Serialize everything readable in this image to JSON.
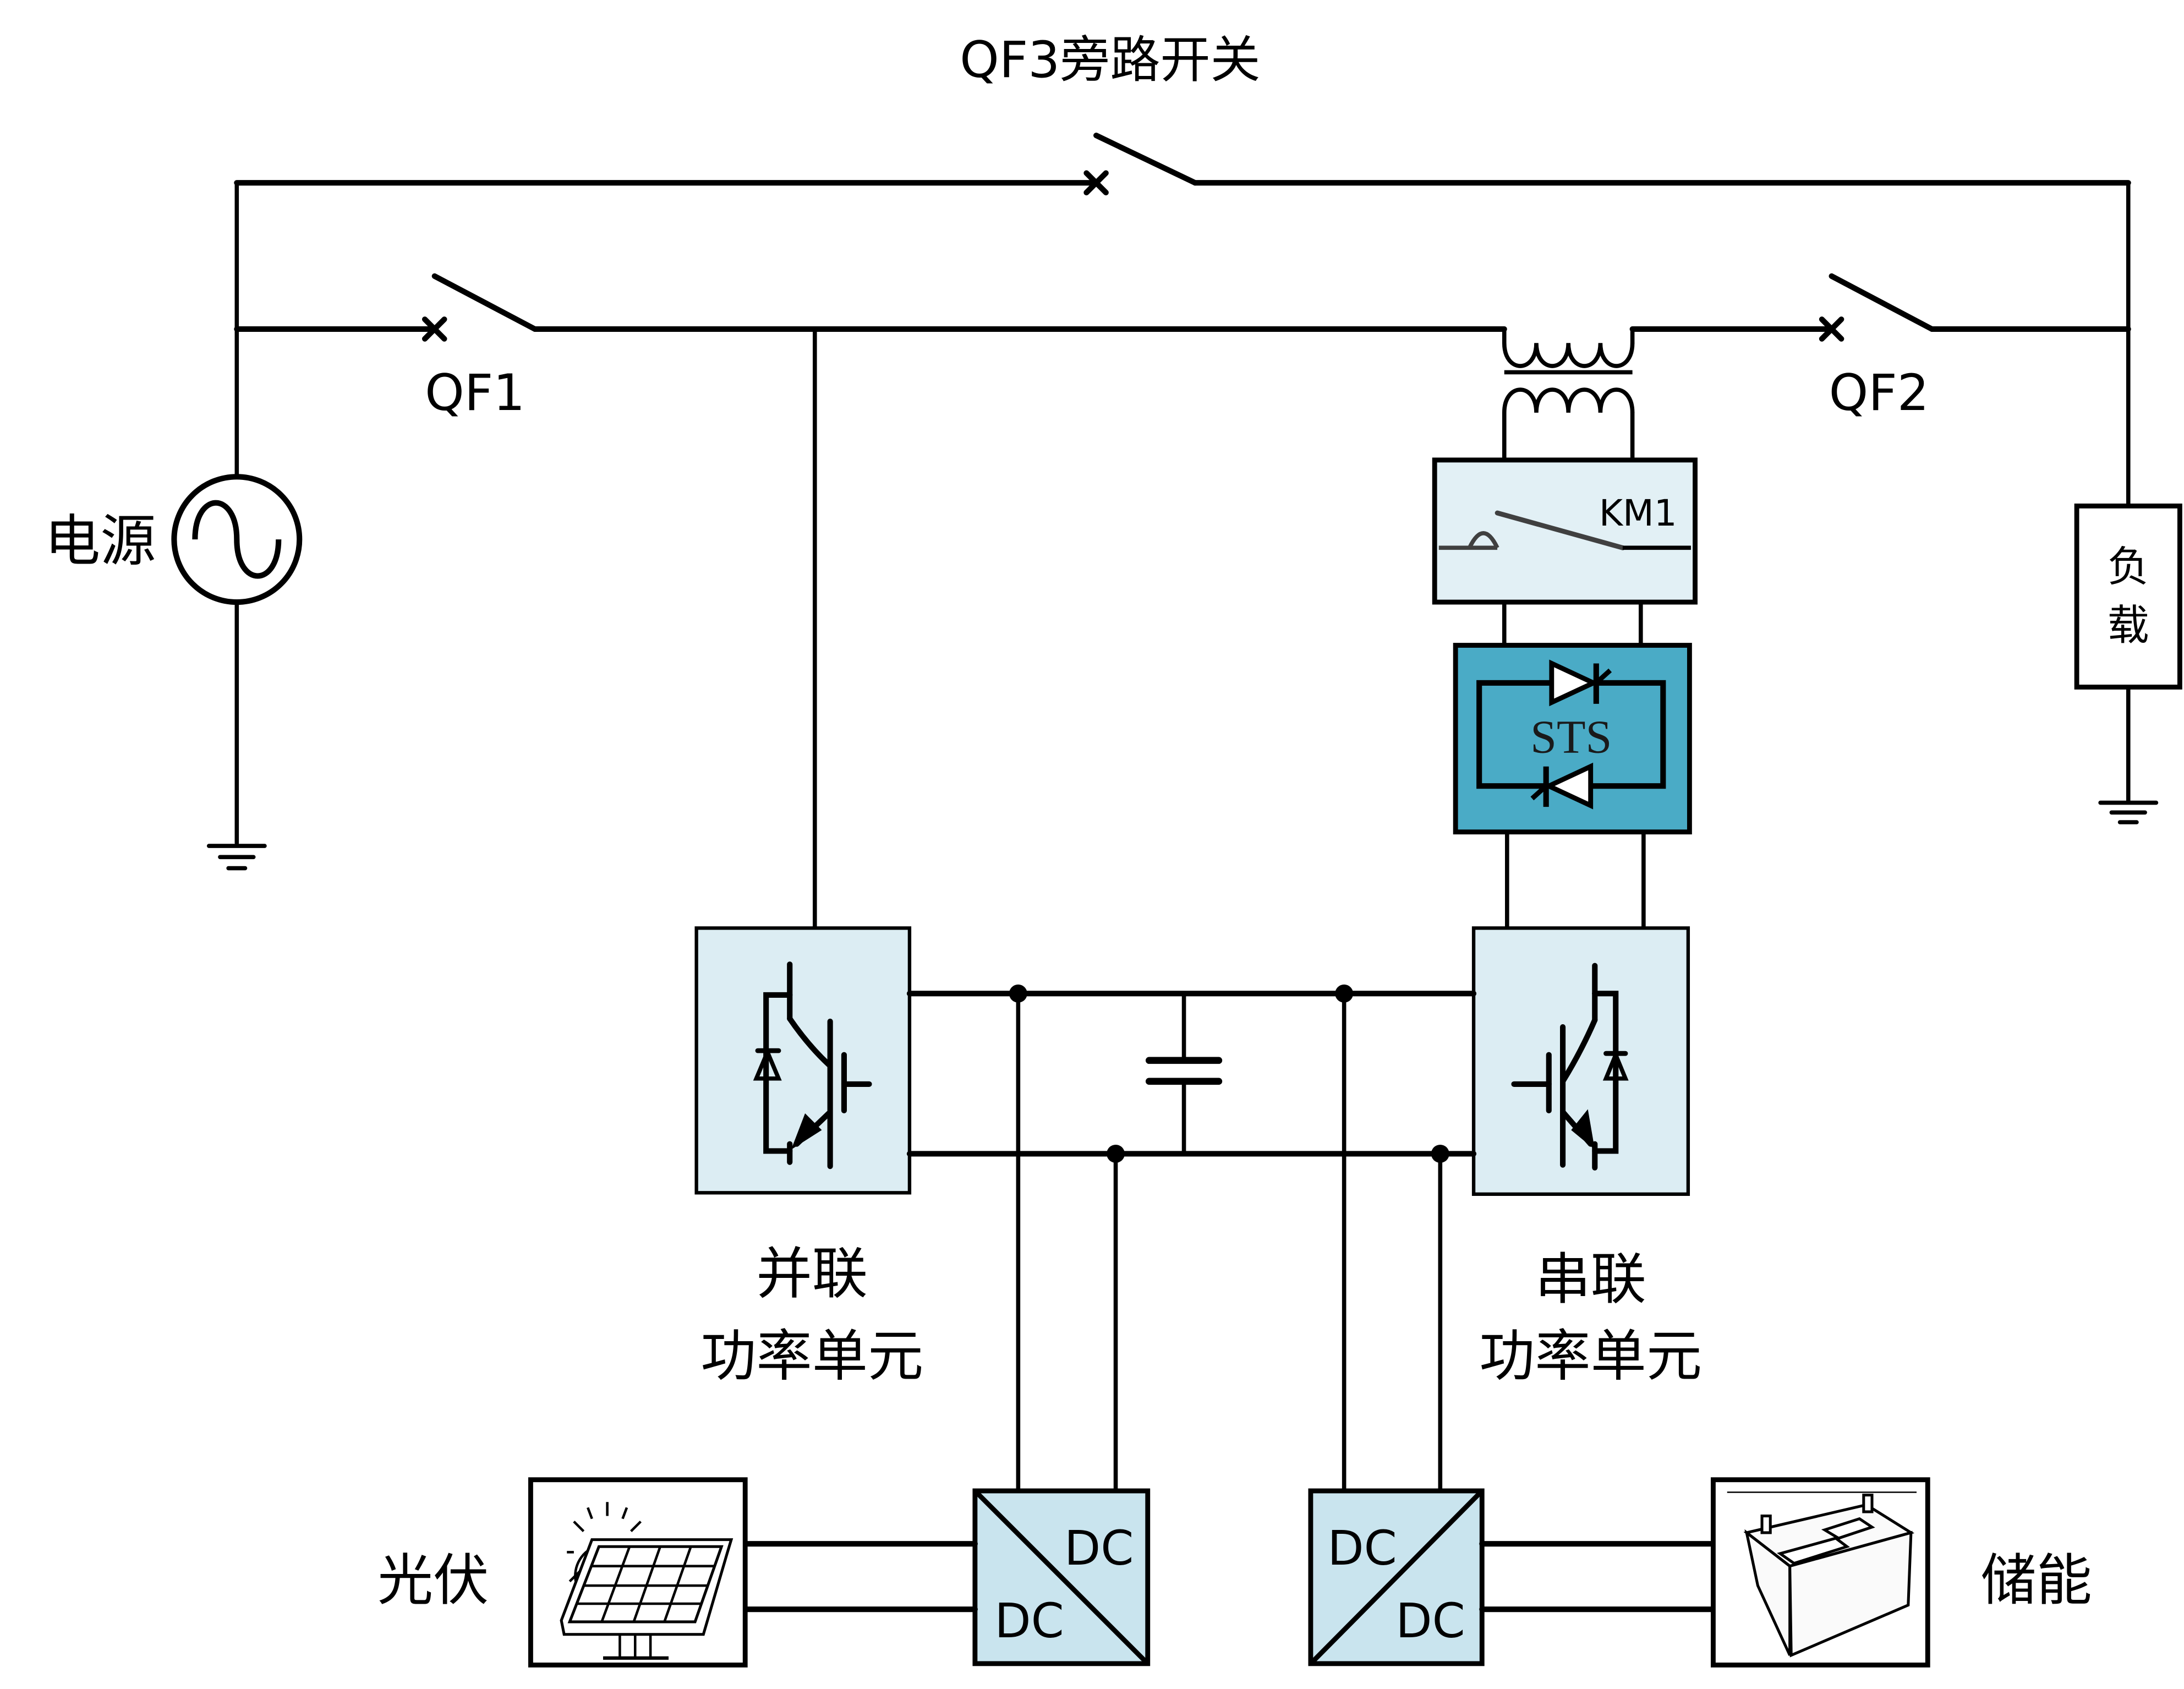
{
  "title": "QF3旁路开关",
  "colors": {
    "light_box": "#dcedf3",
    "km1_box": "#e2f0f5",
    "sts_box": "#4aabc6",
    "dcdc_box": "#c9e4ee",
    "line": "#000000"
  },
  "switches": {
    "qf1": "QF1",
    "qf2": "QF2",
    "qf3": "QF3旁路开关",
    "km1": "KM1"
  },
  "source": {
    "label": "电源",
    "icon": "ac-source-icon"
  },
  "load": {
    "line1": "负",
    "line2": "载"
  },
  "sts": {
    "label": "STS"
  },
  "units": {
    "parallel": {
      "line1": "并联",
      "line2": "功率单元"
    },
    "series": {
      "line1": "串联",
      "line2": "功率单元"
    }
  },
  "converters": {
    "left": {
      "top": "DC",
      "bottom": "DC"
    },
    "right": {
      "top": "DC",
      "bottom": "DC"
    }
  },
  "pv": {
    "label": "光伏",
    "icon": "solar-panel-icon"
  },
  "storage": {
    "label": "储能",
    "icon": "battery-icon"
  }
}
